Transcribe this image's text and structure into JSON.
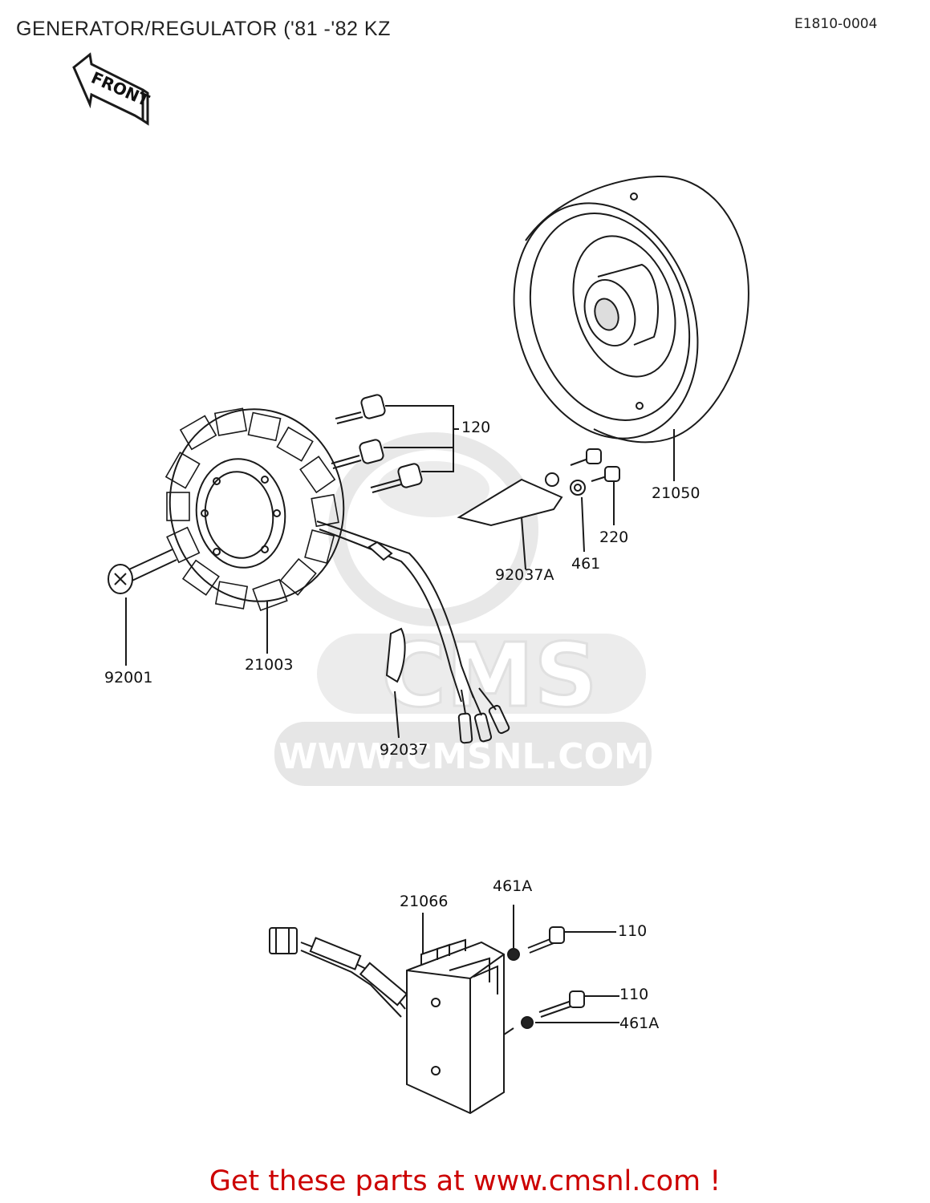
{
  "title": "GENERATOR/REGULATOR ('81 -'82 KZ",
  "diagram_code": "E1810-0004",
  "front_label": "FRONT",
  "watermark": {
    "brand": "CMS",
    "url": "WWW.CMSNL.COM"
  },
  "parts": {
    "p120": "120",
    "p21050": "21050",
    "p220": "220",
    "p461": "461",
    "p92037A": "92037A",
    "p92001": "92001",
    "p21003": "21003",
    "p92037": "92037",
    "p21066": "21066",
    "p461A_top": "461A",
    "p110_top": "110",
    "p110_mid": "110",
    "p461A_bottom": "461A"
  },
  "footer": "Get these parts at www.cmsnl.com !"
}
